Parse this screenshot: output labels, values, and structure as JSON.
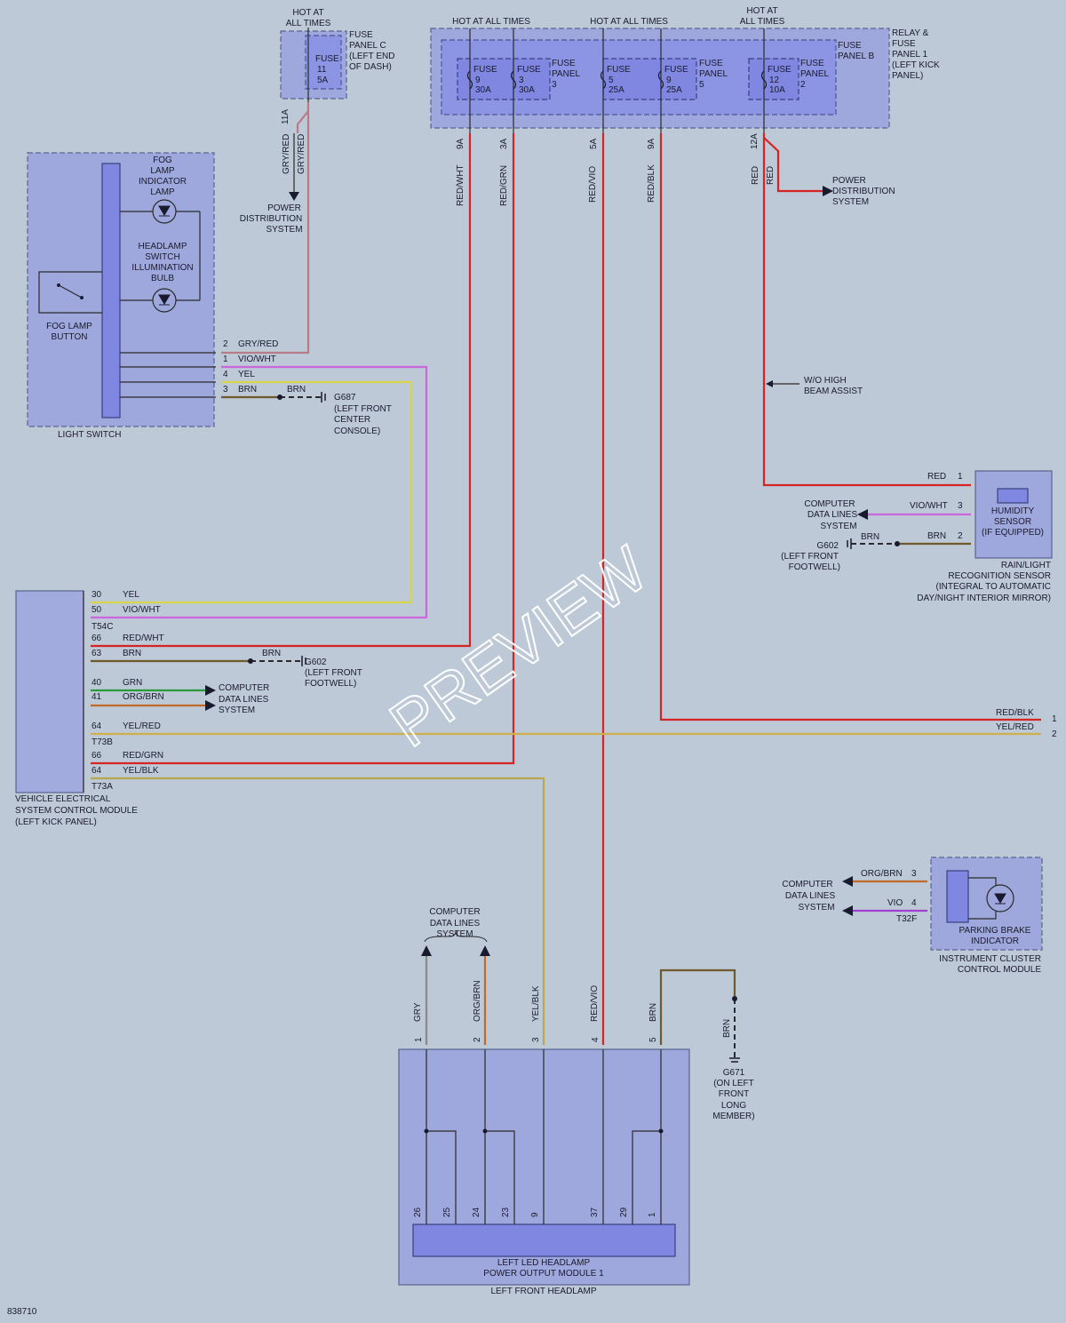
{
  "hot": "HOT AT ALL TIMES",
  "hot_line1": "HOT AT",
  "hot_line2": "ALL TIMES",
  "fuse_panel_c": {
    "l1": "FUSE",
    "l2": "PANEL C",
    "l3": "(LEFT END",
    "l4": "OF DASH)",
    "fuse": "FUSE",
    "num": "11",
    "amp": "5A",
    "pin": "11A"
  },
  "fuse_panel_b": {
    "l1": "FUSE",
    "l2": "PANEL B"
  },
  "relay": {
    "l1": "RELAY &",
    "l2": "FUSE",
    "l3": "PANEL 1",
    "l4": "(LEFT KICK",
    "l5": "PANEL)"
  },
  "fuses": [
    {
      "fuse": "FUSE",
      "num": "9",
      "amp": "30A",
      "pin": "9A"
    },
    {
      "fuse": "FUSE",
      "num": "3",
      "amp": "30A",
      "pin": "3A"
    },
    {
      "fuse": "FUSE",
      "num": "5",
      "amp": "25A",
      "pin": "5A"
    },
    {
      "fuse": "FUSE",
      "num": "9",
      "amp": "25A",
      "pin": "9A"
    },
    {
      "fuse": "FUSE",
      "num": "12",
      "amp": "10A",
      "pin": "12A"
    }
  ],
  "fp3": {
    "l1": "FUSE",
    "l2": "PANEL",
    "l3": "3"
  },
  "fp5": {
    "l1": "FUSE",
    "l2": "PANEL",
    "l3": "5"
  },
  "fp2": {
    "l1": "FUSE",
    "l2": "PANEL",
    "l3": "2"
  },
  "power_dist": {
    "l1": "POWER",
    "l2": "DISTRIBUTION",
    "l3": "SYSTEM"
  },
  "light_switch": {
    "name": "LIGHT SWITCH",
    "fog_ind": [
      "FOG",
      "LAMP",
      "INDICATOR",
      "LAMP"
    ],
    "hl_illum": [
      "HEADLAMP",
      "SWITCH",
      "ILLUMINATION",
      "BULB"
    ],
    "fog_btn": [
      "FOG LAMP",
      "BUTTON"
    ],
    "pins": [
      {
        "n": "2",
        "c": "GRY/RED"
      },
      {
        "n": "1",
        "c": "VIO/WHT"
      },
      {
        "n": "4",
        "c": "YEL"
      },
      {
        "n": "3",
        "c": "BRN"
      }
    ]
  },
  "g687": {
    "name": "G687",
    "l1": "(LEFT FRONT",
    "l2": "CENTER",
    "l3": "CONSOLE)",
    "wire": "BRN"
  },
  "wire_labels": {
    "gryred": "GRY/RED",
    "redwht": "RED/WHT",
    "redgrn": "RED/GRN",
    "redvio": "RED/VIO",
    "redblk": "RED/BLK",
    "red": "RED",
    "brn": "BRN",
    "gry": "GRY",
    "orgbrn": "ORG/BRN",
    "yelblk": "YEL/BLK",
    "yelred": "YEL/RED",
    "vio": "VIO",
    "viowht": "VIO/WHT"
  },
  "wo_hba": {
    "l1": "W/O HIGH",
    "l2": "BEAM ASSIST"
  },
  "rain": {
    "sensor": [
      "HUMIDITY",
      "SENSOR",
      "(IF EQUIPPED)"
    ],
    "name": [
      "RAIN/LIGHT",
      "RECOGNITION SENSOR",
      "(INTEGRAL TO AUTOMATIC",
      "DAY/NIGHT INTERIOR MIRROR)"
    ],
    "pins": [
      {
        "n": "1",
        "c": "RED"
      },
      {
        "n": "3",
        "c": "VIO/WHT"
      },
      {
        "n": "2",
        "c": "BRN"
      }
    ]
  },
  "cdl": {
    "l1": "COMPUTER",
    "l2": "DATA LINES",
    "l3": "SYSTEM"
  },
  "g602": {
    "name": "G602",
    "l1": "(LEFT FRONT",
    "l2": "FOOTWELL)",
    "wire": "BRN"
  },
  "vescm": {
    "name": [
      "VEHICLE ELECTRICAL",
      "SYSTEM CONTROL MODULE",
      "(LEFT KICK PANEL)"
    ],
    "pins": [
      {
        "n": "30",
        "c": "YEL"
      },
      {
        "n": "50",
        "c": "VIO/WHT"
      },
      {
        "n": "66",
        "c": "RED/WHT"
      },
      {
        "n": "63",
        "c": "BRN"
      },
      {
        "n": "40",
        "c": "GRN"
      },
      {
        "n": "41",
        "c": "ORG/BRN"
      },
      {
        "n": "64",
        "c": "YEL/RED"
      },
      {
        "n": "66",
        "c": "RED/GRN"
      },
      {
        "n": "64",
        "c": "YEL/BLK"
      }
    ],
    "conn1": "T54C",
    "conn2": "T73B",
    "conn3": "T73A"
  },
  "right_pins": {
    "p1": "1",
    "p2": "2"
  },
  "cluster": {
    "ind": [
      "PARKING BRAKE",
      "INDICATOR"
    ],
    "name": [
      "INSTRUMENT CLUSTER",
      "CONTROL MODULE"
    ],
    "pins": [
      {
        "n": "3",
        "c": "ORG/BRN"
      },
      {
        "n": "4",
        "c": "VIO"
      }
    ],
    "conn": "T32F"
  },
  "headlamp": {
    "pins": [
      {
        "n": "1",
        "c": "GRY"
      },
      {
        "n": "2",
        "c": "ORG/BRN"
      },
      {
        "n": "3",
        "c": "YEL/BLK"
      },
      {
        "n": "4",
        "c": "RED/VIO"
      },
      {
        "n": "5",
        "c": "BRN"
      }
    ],
    "internal": [
      "26",
      "25",
      "24",
      "23",
      "9",
      "37",
      "29",
      "1"
    ],
    "module": [
      "LEFT LED HEADLAMP",
      "POWER OUTPUT MODULE 1"
    ],
    "name": "LEFT FRONT HEADLAMP"
  },
  "g671": {
    "name": "G671",
    "l1": "(ON LEFT",
    "l2": "FRONT",
    "l3": "LONG",
    "l4": "MEMBER)",
    "wire": "BRN"
  },
  "watermark": "PREVIEW",
  "code": "838710",
  "colors": {
    "red": "#d42424",
    "gryred": "#b87c88",
    "viowht": "#cc66dd",
    "yel": "#d8d44c",
    "brn": "#6e5a2c",
    "grn": "#2a9a3a",
    "orgbrn": "#c06a28",
    "yelred": "#d0b04c",
    "yelblk": "#b8a850",
    "gry": "#8a8a8a",
    "vio": "#a040d0"
  }
}
